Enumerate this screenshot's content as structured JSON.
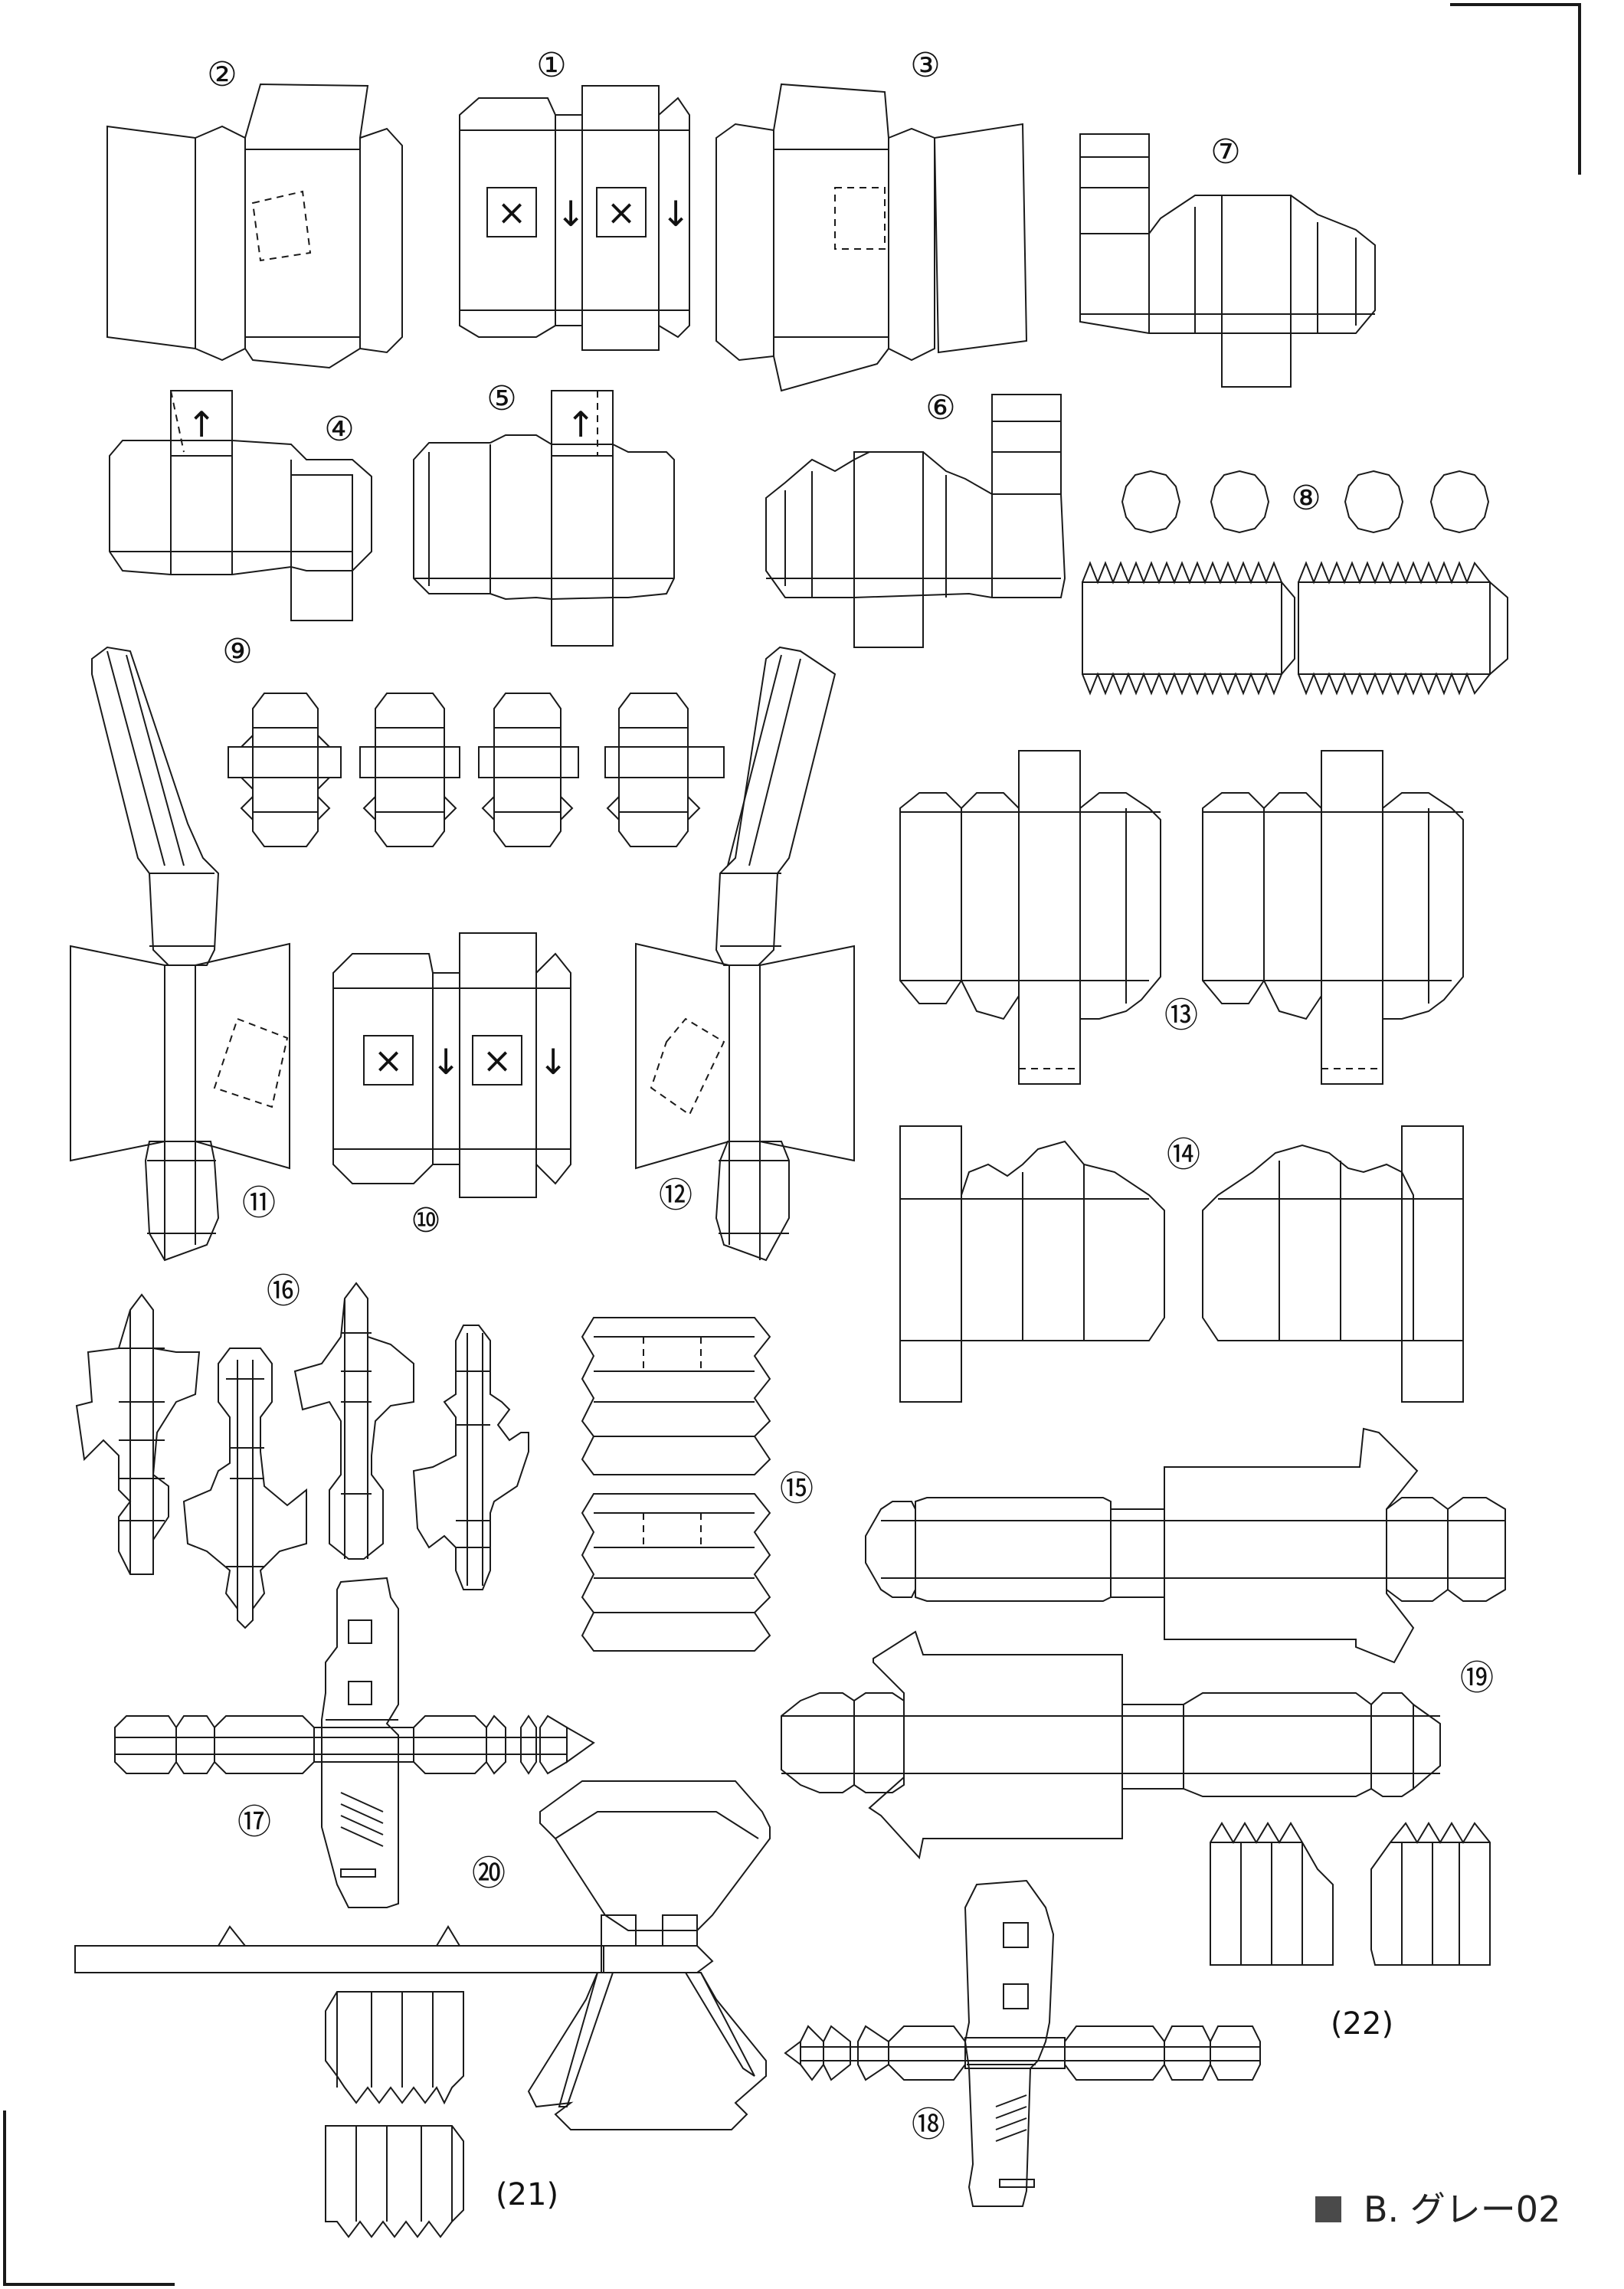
{
  "sheet_title": "B. グレー02",
  "swatch_color": "#4a4a4a",
  "line_color": "#1a1a1a",
  "glue_tab_marks": {
    "cross": "×",
    "arrow_down": "↓",
    "arrow_up": "↑"
  },
  "parts": [
    {
      "id": "part-1",
      "label": "①"
    },
    {
      "id": "part-2",
      "label": "②"
    },
    {
      "id": "part-3",
      "label": "③"
    },
    {
      "id": "part-4",
      "label": "④"
    },
    {
      "id": "part-5",
      "label": "⑤"
    },
    {
      "id": "part-6",
      "label": "⑥"
    },
    {
      "id": "part-7",
      "label": "⑦"
    },
    {
      "id": "part-8",
      "label": "⑧"
    },
    {
      "id": "part-9",
      "label": "⑨"
    },
    {
      "id": "part-10",
      "label": "⑩"
    },
    {
      "id": "part-11",
      "label": "⑪"
    },
    {
      "id": "part-12",
      "label": "⑫"
    },
    {
      "id": "part-13",
      "label": "⑬"
    },
    {
      "id": "part-14",
      "label": "⑭"
    },
    {
      "id": "part-15",
      "label": "⑮"
    },
    {
      "id": "part-16",
      "label": "⑯"
    },
    {
      "id": "part-17",
      "label": "⑰"
    },
    {
      "id": "part-18",
      "label": "⑱"
    },
    {
      "id": "part-19",
      "label": "⑲"
    },
    {
      "id": "part-20",
      "label": "⑳"
    },
    {
      "id": "part-21",
      "label": "(21)"
    },
    {
      "id": "part-22",
      "label": "(22)"
    }
  ]
}
